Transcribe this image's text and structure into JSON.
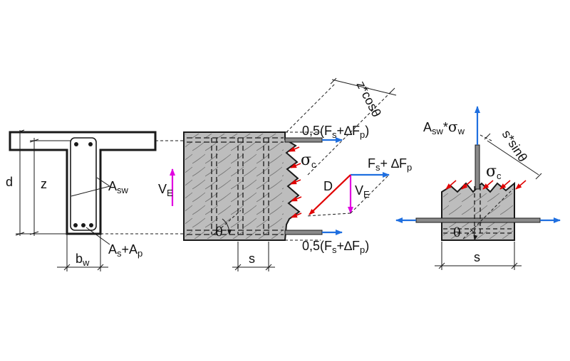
{
  "colors": {
    "ink": "#1a1a1a",
    "concrete": "#bdbdbd",
    "force_blue": "#1f6fe0",
    "shear_magenta": "#e000e0",
    "stress_red": "#e00000"
  },
  "section": {
    "d": "d",
    "z": "z",
    "a_main": "A",
    "a_sub": "sw",
    "bw_main": "b",
    "bw_sub": "w",
    "as_main": "A",
    "as_sub1": "s",
    "as_plus": "+A",
    "as_sub2": "p"
  },
  "elevation": {
    "ve_main": "V",
    "ve_sub": "E",
    "sigma_main": "σ",
    "sigma_sub": "c",
    "theta": "θ",
    "s": "s",
    "z_cos": "z*cosθ",
    "top_force_a": "0,5(F",
    "top_force_s": "s",
    "top_force_b": "+∆F",
    "top_force_p": "p",
    "top_force_c": ")",
    "bot_force_a": "0,5(F",
    "bot_force_s": "s",
    "bot_force_b": "+∆F",
    "bot_force_p": "p",
    "bot_force_c": ")",
    "tri_f_a": "F",
    "tri_f_s": "s",
    "tri_f_b": "+ ∆F",
    "tri_f_p": "p",
    "tri_d": "D",
    "tri_v_main": "V",
    "tri_v_sub": "E"
  },
  "detail": {
    "asw_a": "A",
    "asw_sub": "sw",
    "asw_star": "*",
    "asw_sigma": "σ",
    "asw_w": "w",
    "s_sin": "s*sinθ",
    "sigma_main": "σ",
    "sigma_sub": "c",
    "theta": "θ",
    "s": "s"
  }
}
